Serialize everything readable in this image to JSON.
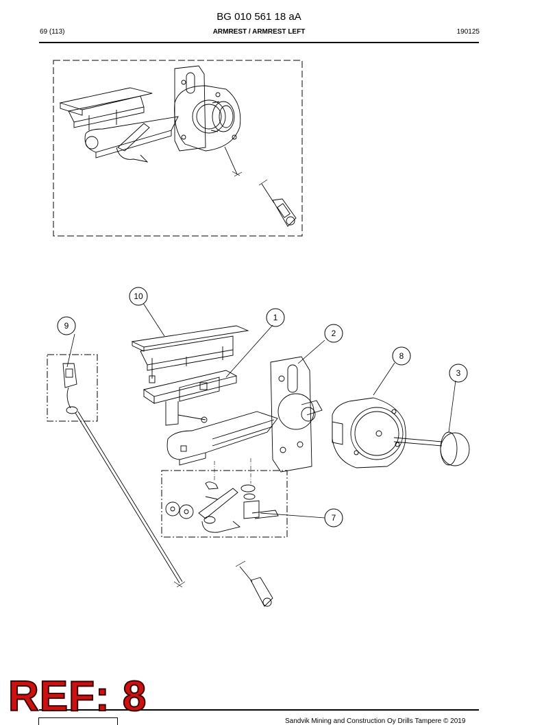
{
  "header": {
    "document_number": "BG 010 561 18 aA",
    "page": "69 (113)",
    "title": "ARMREST / ARMREST LEFT",
    "date_code": "190125"
  },
  "callouts": [
    {
      "number": "10"
    },
    {
      "number": "9"
    },
    {
      "number": "1"
    },
    {
      "number": "2"
    },
    {
      "number": "8"
    },
    {
      "number": "3"
    },
    {
      "number": "7"
    }
  ],
  "stamp": {
    "text": "REF: 8",
    "color": "#cc1111"
  },
  "footer": {
    "copyright": "Sandvik Mining and Construction Oy Drills Tampere © 2019"
  }
}
